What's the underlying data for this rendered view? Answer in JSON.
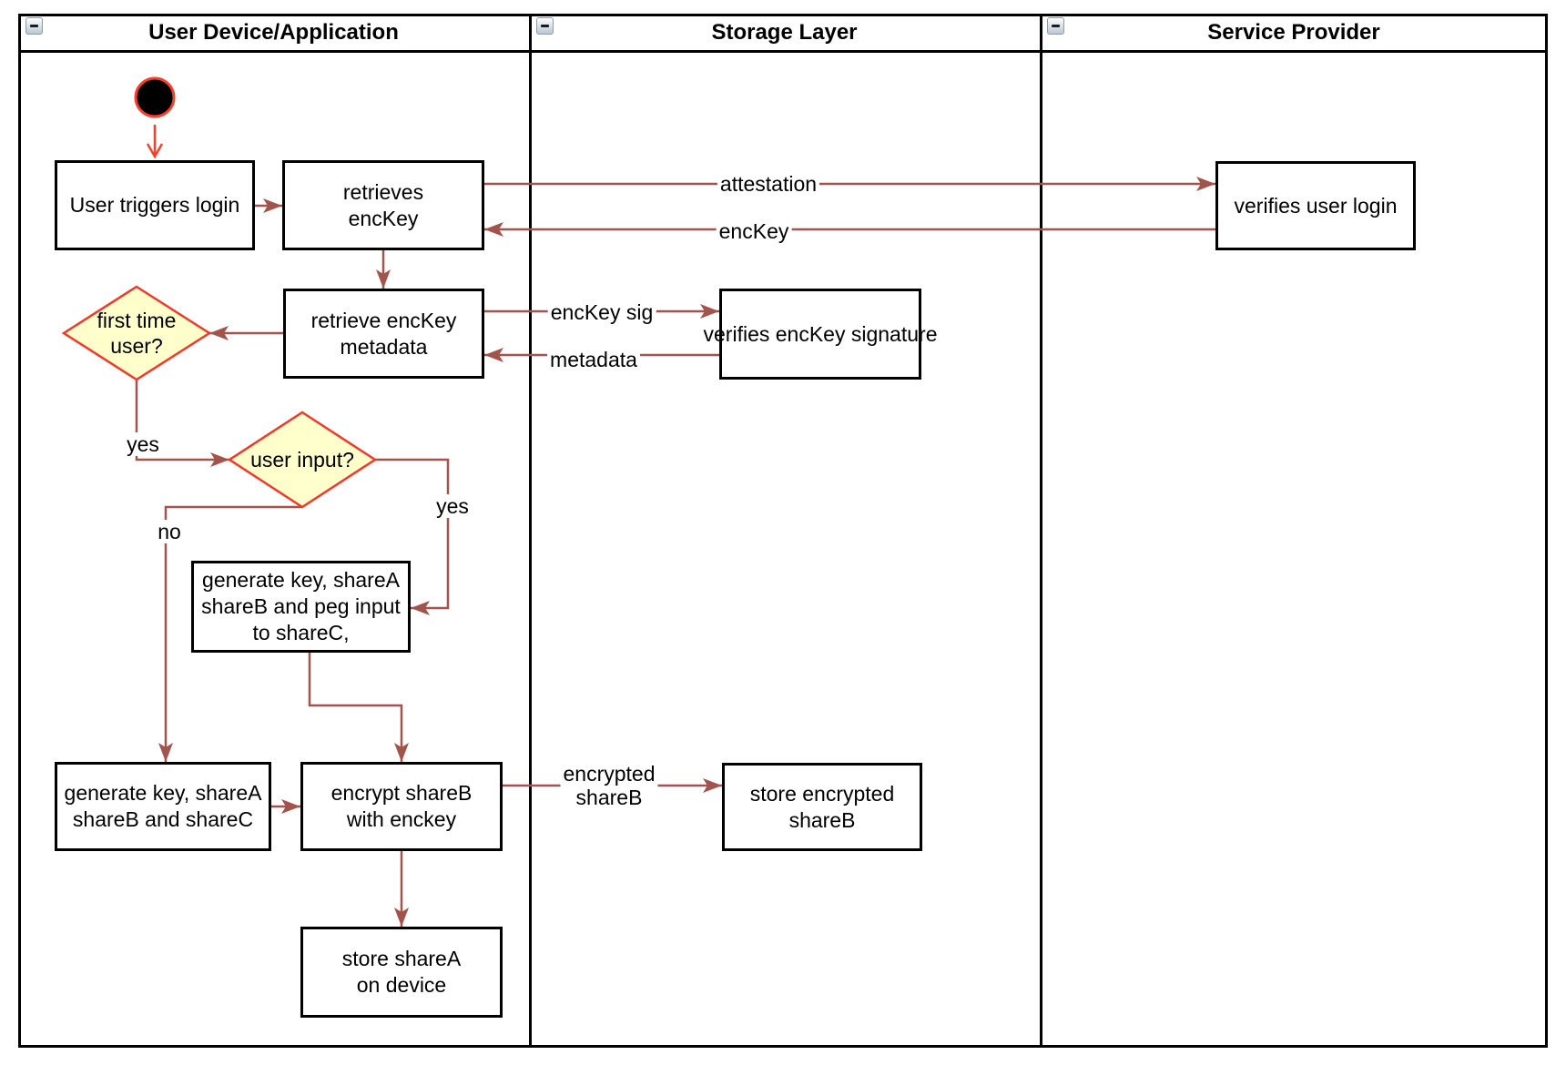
{
  "diagram": {
    "lanes": [
      {
        "title": "User Device/Application",
        "collapse_icon": "minus"
      },
      {
        "title": "Storage Layer",
        "collapse_icon": "minus"
      },
      {
        "title": "Service Provider",
        "collapse_icon": "minus"
      }
    ],
    "nodes": {
      "user_triggers_login": {
        "line1": "User triggers login"
      },
      "retrieves_enckey": {
        "line1": "retrieves",
        "line2": "encKey"
      },
      "retrieve_enckey_metadata": {
        "line1": "retrieve encKey",
        "line2": "metadata"
      },
      "first_time_user": {
        "line1": "first time",
        "line2": "user?"
      },
      "user_input": {
        "line1": "user input?"
      },
      "generate_key_peg": {
        "line1": "generate key, shareA",
        "line2": "shareB and peg input",
        "line3": "to shareC,"
      },
      "generate_key_sharec": {
        "line1": "generate key, shareA",
        "line2": "shareB and shareC"
      },
      "encrypt_shareb": {
        "line1": "encrypt shareB",
        "line2": "with enckey"
      },
      "store_sharea": {
        "line1": "store shareA",
        "line2": "on device"
      },
      "store_encrypted_shareb": {
        "line1": "store encrypted",
        "line2": "shareB"
      },
      "verifies_enckey_signature": {
        "line1": "verifies encKey signature"
      },
      "verifies_user_login": {
        "line1": "verifies user login"
      }
    },
    "edge_labels": {
      "attestation": "attestation",
      "enckey": "encKey",
      "enckey_sig": "encKey sig",
      "metadata": "metadata",
      "encrypted_line1": "encrypted",
      "encrypted_line2": "shareB",
      "yes_first_time": "yes",
      "yes_user_input": "yes",
      "no_user_input": "no"
    },
    "colors": {
      "edge": "#a0544c",
      "start": "#f5402c",
      "diamond_fill": "#ffffcc",
      "diamond_border": "#ee3a2a"
    }
  }
}
